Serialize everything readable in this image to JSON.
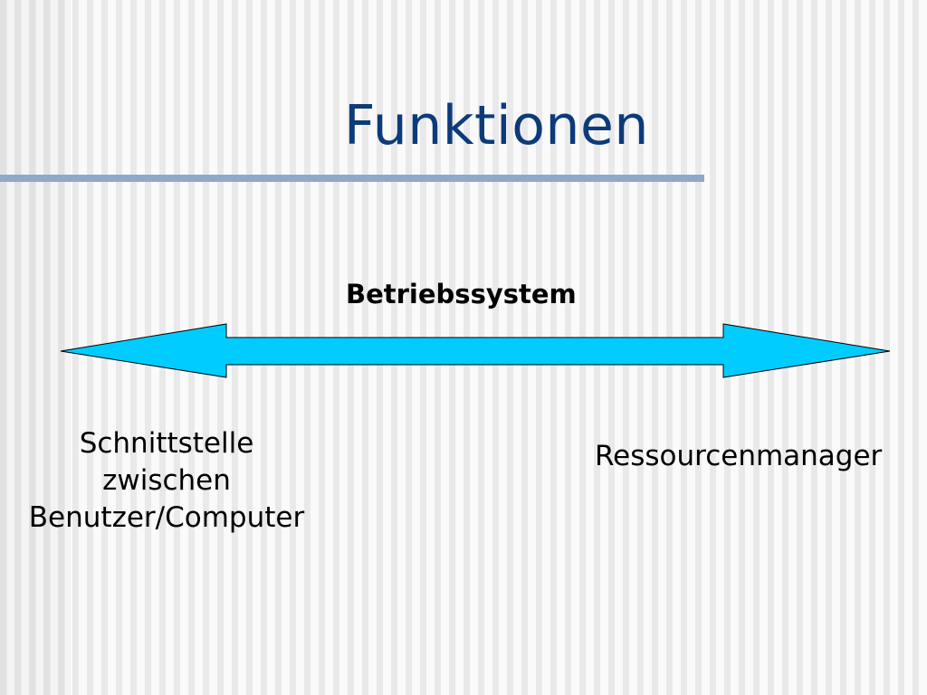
{
  "slide": {
    "title": "Funktionen",
    "center_label": "Betriebssystem",
    "left_label_lines": [
      "Schnittstelle",
      "zwischen",
      "Benutzer/Computer"
    ],
    "right_label": "Ressourcenmanager"
  },
  "colors": {
    "title": "#0c3b7a",
    "title_rule": "#8fa9c8",
    "arrow_fill": "#00ccff",
    "arrow_stroke": "#000000"
  },
  "icons": [
    "double-headed-arrow"
  ]
}
